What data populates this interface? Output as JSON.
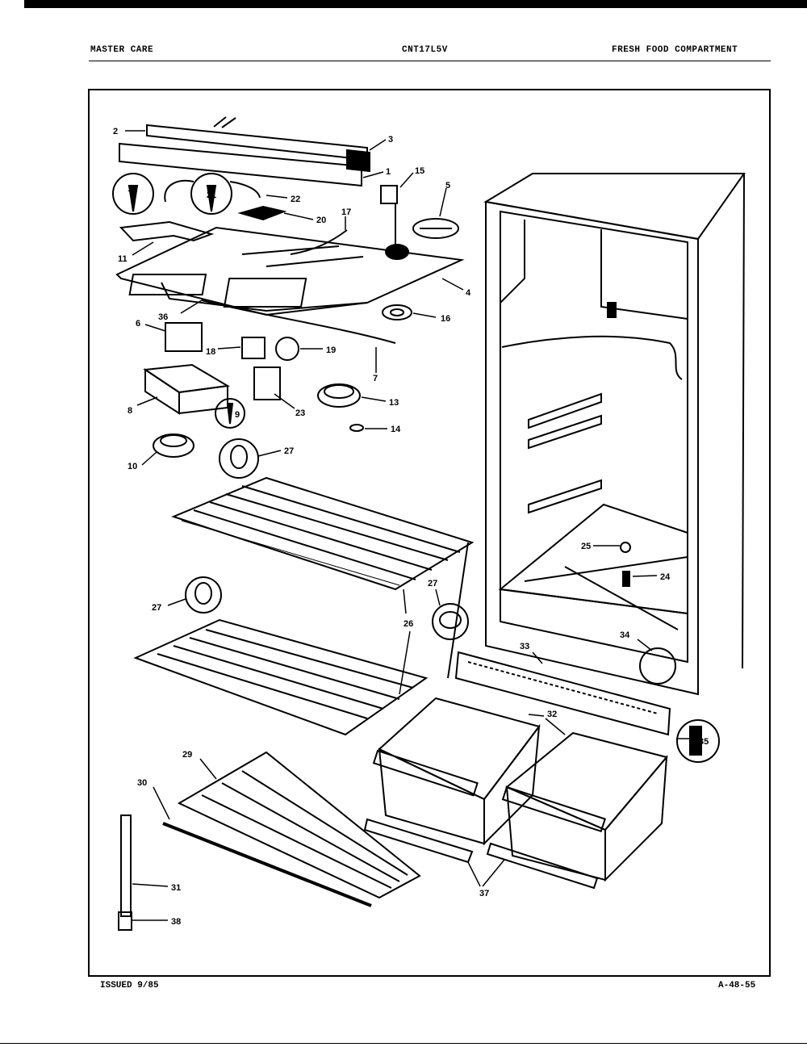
{
  "header": {
    "left": "MASTER CARE",
    "center": "CNT17L5V",
    "right": "FRESH FOOD COMPARTMENT"
  },
  "footer": {
    "issued": "ISSUED 9/85",
    "code": "A-48-55"
  },
  "callouts": [
    {
      "id": "2",
      "text": "2"
    },
    {
      "id": "3",
      "text": "3"
    },
    {
      "id": "1",
      "text": "1"
    },
    {
      "id": "15",
      "text": "15"
    },
    {
      "id": "5",
      "text": "5"
    },
    {
      "id": "12",
      "text": "12"
    },
    {
      "id": "21",
      "text": "21"
    },
    {
      "id": "22",
      "text": "22"
    },
    {
      "id": "20",
      "text": "20"
    },
    {
      "id": "17",
      "text": "17"
    },
    {
      "id": "11",
      "text": "11"
    },
    {
      "id": "4",
      "text": "4"
    },
    {
      "id": "36",
      "text": "36"
    },
    {
      "id": "16",
      "text": "16"
    },
    {
      "id": "6",
      "text": "6"
    },
    {
      "id": "18",
      "text": "18"
    },
    {
      "id": "19",
      "text": "19"
    },
    {
      "id": "7",
      "text": "7"
    },
    {
      "id": "8",
      "text": "8"
    },
    {
      "id": "9",
      "text": "9"
    },
    {
      "id": "23",
      "text": "23"
    },
    {
      "id": "13",
      "text": "13"
    },
    {
      "id": "14",
      "text": "14"
    },
    {
      "id": "10",
      "text": "10"
    },
    {
      "id": "27a",
      "text": "27"
    },
    {
      "id": "25",
      "text": "25"
    },
    {
      "id": "24",
      "text": "24"
    },
    {
      "id": "27b",
      "text": "27"
    },
    {
      "id": "27c",
      "text": "27"
    },
    {
      "id": "26",
      "text": "26"
    },
    {
      "id": "33",
      "text": "33"
    },
    {
      "id": "34",
      "text": "34"
    },
    {
      "id": "32",
      "text": "32"
    },
    {
      "id": "35",
      "text": "35"
    },
    {
      "id": "29",
      "text": "29"
    },
    {
      "id": "30",
      "text": "30"
    },
    {
      "id": "37",
      "text": "37"
    },
    {
      "id": "31",
      "text": "31"
    },
    {
      "id": "38",
      "text": "38"
    }
  ]
}
